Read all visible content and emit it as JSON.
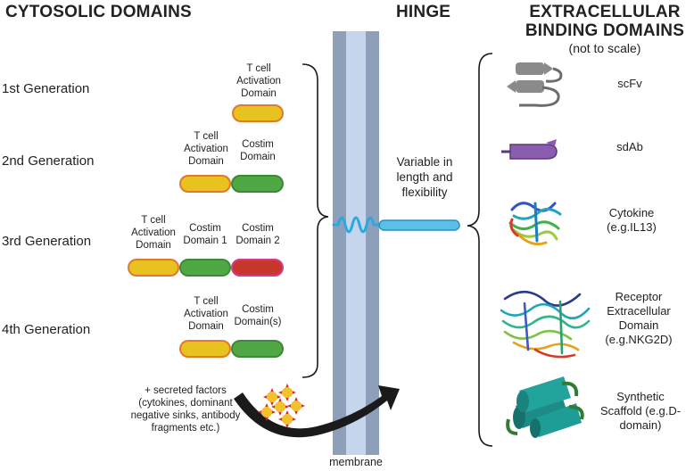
{
  "headings": {
    "cytosolic": "CYTOSOLIC DOMAINS",
    "hinge": "HINGE",
    "extracellular_line1": "EXTRACELLULAR",
    "extracellular_line2": "BINDING DOMAINS",
    "not_to_scale": "(not to scale)"
  },
  "generations": {
    "gen1": "1st Generation",
    "gen2": "2nd Generation",
    "gen3": "3rd Generation",
    "gen4": "4th Generation"
  },
  "domain_labels": {
    "g1_tcell": [
      "T cell",
      "Activation",
      "Domain"
    ],
    "g2_tcell": [
      "T cell",
      "Activation",
      "Domain"
    ],
    "g2_costim": [
      "Costim",
      "Domain"
    ],
    "g3_tcell": [
      "T cell",
      "Activation",
      "Domain"
    ],
    "g3_costim1": [
      "Costim",
      "Domain 1"
    ],
    "g3_costim2": [
      "Costim",
      "Domain 2"
    ],
    "g4_tcell": [
      "T cell",
      "Activation",
      "Domain"
    ],
    "g4_costim": [
      "Costim",
      "Domain(s)"
    ]
  },
  "secreted": [
    "+ secreted factors",
    "(cytokines, dominant",
    "negative sinks, antibody",
    "fragments etc.)"
  ],
  "hinge_text": [
    "Variable in",
    "length and",
    "flexibility"
  ],
  "membrane_label": "membrane",
  "binders": {
    "scfv": "scFv",
    "sdab": "sdAb",
    "cytokine": [
      "Cytokine",
      "(e.g.IL13)"
    ],
    "receptor": [
      "Receptor",
      "Extracellular",
      "Domain",
      "(e.g.NKG2D)"
    ],
    "synthetic": [
      "Synthetic",
      "Scaffold (e.g.D-",
      "domain)"
    ]
  },
  "colors": {
    "activation_fill": "#e8c21f",
    "activation_border": "#e07a2c",
    "costim_fill": "#4fa844",
    "costim2_fill": "#c8372c",
    "membrane_outer": "#8e9fba",
    "membrane_inner": "#c5d5ec",
    "hinge": "#5bc0e8",
    "scfv": "#8a8a8a",
    "sdab": "#8a5db0",
    "scaffold": "#1e9c96"
  }
}
